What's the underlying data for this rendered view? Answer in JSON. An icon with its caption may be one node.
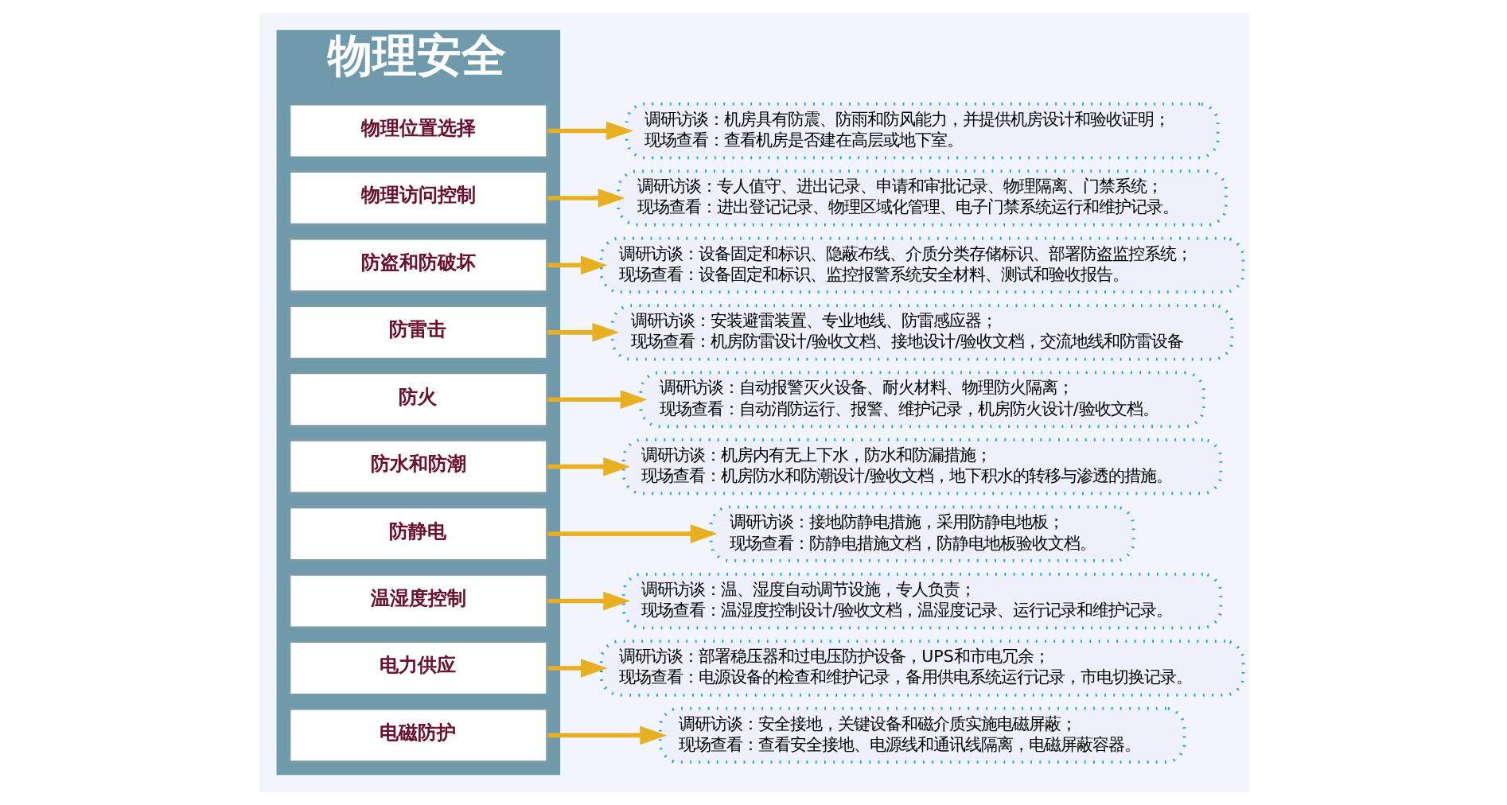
{
  "diagram": {
    "nodes": [
      {
        "text": [
          "物理安全"
        ]
      },
      {
        "text": [
          "物理位置选择"
        ],
        "in": 0
      },
      {
        "text": [
          "物理访问控制"
        ],
        "in": 0
      },
      {
        "text": [
          "防盗和防破坏"
        ],
        "in": 0
      },
      {
        "text": [
          "防雷击"
        ],
        "in": 0
      },
      {
        "text": [
          "防火"
        ],
        "in": 0
      },
      {
        "text": [
          "防水和防潮"
        ],
        "in": 0
      },
      {
        "text": [
          "防静电"
        ],
        "in": 0
      },
      {
        "text": [
          "温湿度控制"
        ],
        "in": 0
      },
      {
        "text": [
          "电力供应"
        ],
        "in": 0
      },
      {
        "text": [
          "电磁防护"
        ],
        "in": 0
      },
      {
        "text": [
          "调研访谈：机房具有防震、防雨和防风能力，并提供机房设计和验收证明；",
          "现场查看：查看机房是否建在高层或地下室。"
        ]
      },
      {
        "text": [
          "调研访谈：专人值守、进出记录、申请和审批记录、物理隔离、门禁系统；",
          "现场查看：进出登记记录、物理区域化管理、电子门禁系统运行和维护记录。"
        ]
      },
      {
        "text": [
          "调研访谈：设备固定和标识、隐蔽布线、介质分类存储标识、部署防盗监控系统；",
          "现场查看：设备固定和标识、监控报警系统安全材料、测试和验收报告。"
        ]
      },
      {
        "text": [
          "调研访谈：安装避雷装置、专业地线、防雷感应器；",
          "现场查看：机房防雷设计/验收文档、接地设计/验收文档，交流地线和防雷设备"
        ]
      },
      {
        "text": [
          "调研访谈：自动报警灭火设备、耐火材料、物理防火隔离；",
          "现场查看：自动消防运行、报警、维护记录，机房防火设计/验收文档。"
        ]
      },
      {
        "text": [
          "调研访谈：机房内有无上下水，防水和防漏措施；",
          "现场查看：机房防水和防潮设计/验收文档，地下积水的转移与渗透的措施。"
        ]
      },
      {
        "text": [
          "调研访谈：接地防静电措施，采用防静电地板；",
          "现场查看：防静电措施文档，防静电地板验收文档。"
        ]
      },
      {
        "text": [
          "调研访谈：温、湿度自动调节设施，专人负责；",
          "现场查看：温湿度控制设计/验收文档，温湿度记录、运行记录和维护记录。"
        ]
      },
      {
        "text": [
          "调研访谈：部署稳压器和过电压防护设备，UPS和市电冗余；",
          "现场查看：电源设备的检查和维护记录，备用供电系统运行记录，市电切换记录。"
        ]
      },
      {
        "text": [
          "调研访谈：安全接地，关键设备和磁介质实施电磁屏蔽；",
          "现场查看：查看安全接地、电源线和通讯线隔离，电磁屏蔽容器。"
        ]
      }
    ],
    "edges": [
      {
        "from": 1,
        "to": 11,
        "arrow": "to"
      },
      {
        "from": 2,
        "to": 12,
        "arrow": "to"
      },
      {
        "from": 3,
        "to": 13,
        "arrow": "to"
      },
      {
        "from": 4,
        "to": 14,
        "arrow": "to"
      },
      {
        "from": 5,
        "to": 15,
        "arrow": "to"
      },
      {
        "from": 6,
        "to": 16,
        "arrow": "to"
      },
      {
        "from": 7,
        "to": 17,
        "arrow": "to"
      },
      {
        "from": 8,
        "to": 18,
        "arrow": "to"
      },
      {
        "from": 9,
        "to": 19,
        "arrow": "to"
      },
      {
        "from": 10,
        "to": 20,
        "arrow": "to"
      }
    ]
  }
}
